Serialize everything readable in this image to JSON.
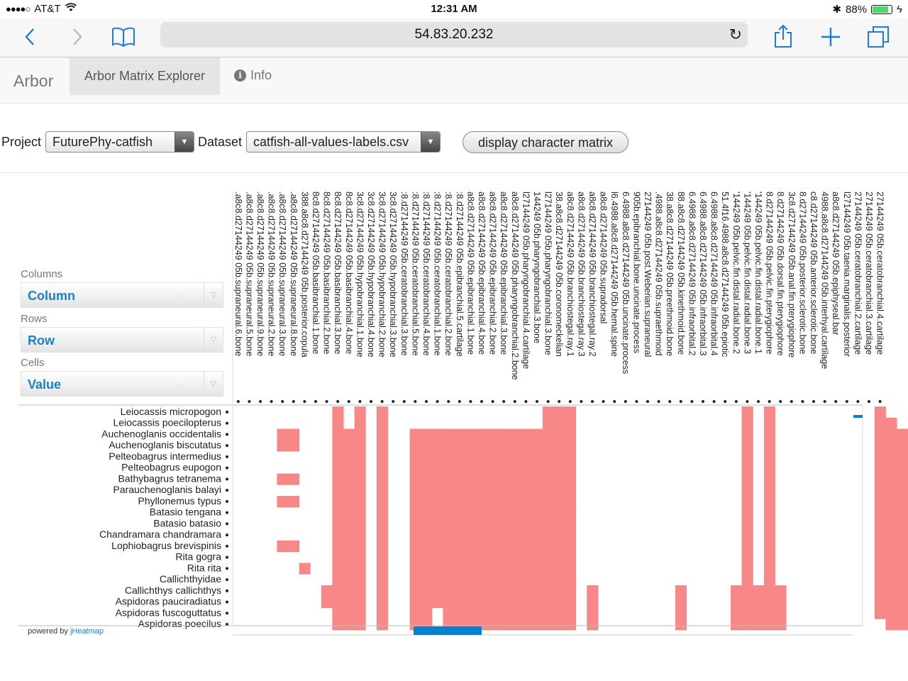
{
  "status_bar": {
    "carrier": "AT&T",
    "time": "12:31 AM",
    "battery": "88%",
    "battery_level": 0.88
  },
  "browser": {
    "url": "54.83.20.232"
  },
  "navbar": {
    "brand": "Arbor",
    "active_tab": "Arbor Matrix Explorer",
    "info_tab": "Info"
  },
  "controls": {
    "project_label": "Project",
    "project_value": "FuturePhy-catfish",
    "dataset_label": "Dataset",
    "dataset_value": "catfish-all-values-labels.csv",
    "display_button": "display character matrix"
  },
  "heatmap_controls": {
    "columns_label": "Columns",
    "columns_value": "Column",
    "rows_label": "Rows",
    "rows_value": "Row",
    "cells_label": "Cells",
    "cells_value": "Value"
  },
  "footer": {
    "powered_by": "powered by",
    "link": "jHeatmap"
  },
  "colors": {
    "cell_on": "#f88888",
    "accent": "#1c82c6",
    "scrollbar": "#0a7fd0"
  },
  "heatmap": {
    "columns": [
      ".a8c8.d27144249 05b.supraneural.6.bone",
      ".a8c8.d27144249 05b.supraneural.5.bone",
      ".a8c8.d27144249 05b.supraneural.9.bone",
      ".a8c8.d27144249 05b.supraneural.2.bone",
      ".a8c8.d27144249 05b.supraneural.3.bone",
      ".a8c8.d27144249 05b.supraneural.8.bone",
      "388.a8c8.d27144249 05b.posterior.copula",
      "8c8.d27144249 05b.basibranchial.1.bone",
      "8c8.d27144249 05b.basibranchial.2.bone",
      "8c8.d27144249 05b.basibranchial.3.bone",
      "8c8.d27144249 05b.basibranchial.4.bone",
      "3c8.d27144249 05b.hypobranchial.1.bone",
      "3c8.d27144249 05b.hypobranchial.4.bone",
      "3c8.d27144249 05b.hypobranchial.2.bone",
      "3c8.d27144249 05b.hypobranchial.3.bone",
      ":8.d27144249 05b.ceratobranchial.3.bone",
      ":8.d27144249 05b.ceratobranchial.5.bone",
      ":8.d27144249 05b.ceratobranchial.4.bone",
      ":8.d27144249 05b.ceratobranchial.1.bone",
      ":8.d27144249 05b.ceratobranchial.2.bone",
      ":8.d27144249 05b.epibranchial.5.cartilage",
      "a8c8.d27144249 05b.epibranchial.1.bone",
      "a8c8.d27144249 05b.epibranchial.4.bone",
      "a8c8.d27144249 05b.epibranchial.2.bone",
      "a8c8.d27144249 05b.epibranchial.3.bone",
      "a8c8.d27144249 05b.pharyngobranchial.2.bone",
      "l27144249 05b.pharyngobranchial.4.cartilage",
      "144249 05b.pharyngobranchial.3.bone",
      "l27144249 05b.pharyngobranchial.3.bone",
      "38.a8c8.d27144249 05b.coronomeckelian",
      "a8c8.d27144249 05b.branchiostegal.ray.1",
      "a8c8.d27144249 05b.branchiostegal.ray.3",
      "a8c8.d27144249 05b.branchiostegal.ray.2",
      "a8c8.d27144249 05b.supradorsal",
      "l6.4988.a8c8.d27144249 05b.hemal.spine",
      "6.4988.a8c8.d27144249 05b.uncinate.process",
      "905b.epibranchial.bone.uncinate.process",
      "27144249 05b.post.Weberian.supraneural",
      ".4988.a8c8.d27144249 05b.supraethmoid",
      "38.a8c8.d27144249 05b.preethmoid.bone",
      "88.a8c8.d27144249 05b.kinethmoid.bone",
      "6.4988.a8c8.d27144249 05b.infraorbital.2",
      "6.4988.a8c8.d27144249 05b.infraorbital.3",
      "6.4988.a8c8.d27144249 05b.infraorbital.4",
      "51.4f16.4988.a8c8.d27144249 05b.epiotic",
      "'144249 05b.pelvic.fin.distal.radial.bone.2",
      "'144249 05b.pelvic.fin.distal.radial.bone.3",
      "'144249 05b.pelvic.fin.distal.radial.bone.1",
      "8.d27144249 05b.pelvic.fin.pterygiophore",
      "8.d27144249 05b.dorsal.fin.pterygiophore",
      "3c8.d27144249 05b.anal.fin.pterygiophore",
      "8.d27144249 05b.posterior.sclerotic.bone",
      "c8.d27144249 05b.anterior.sclerotic.bone",
      "4988.a8c8.d27144249 05b.interhyal.cartilage",
      "a8c8.d27144249 05b.epiphyseal.bar",
      "l27144249 05b.taenia.marginalis.posterior",
      "27144249 05b.ceratobranchial.2.cartilage",
      "27144249 05b.ceratobranchial.3.cartilage",
      "27144249 05b.ceratobranchial.4.cartilage"
    ],
    "rows": [
      "Leiocassis micropogon",
      "Leiocassis poecilopterus",
      "Auchenoglanis occidentalis",
      "Auchenoglanis biscutatus",
      "Pelteobagrus intermedius",
      "Pelteobagrus eupogon",
      "Bathybagrus tetranema",
      "Parauchenoglanis balayi",
      "Phyllonemus typus",
      "Batasio tengana",
      "Batasio batasio",
      "Chandramara chandramara",
      "Lophiobagrus brevispinis",
      "Rita gogra",
      "Rita rita",
      "Callichthyidae",
      "Callichthys callichthys",
      "Aspidoras pauciradiatus",
      "Aspidoras fuscoguttatus",
      "Aspidoras poecilus"
    ],
    "cells": [
      "0000000001010100000000000000111000000000000000101000000000100",
      "0000000001010100000000000000111000000000000000101000000000110",
      "0000110001110100111111111111111000000000000000101000000000111",
      "0000110001110100111111111111111000000000000000101000000000111",
      "0000000001110100111111111111111000000000000000101000000000111",
      "0000000001110100111111111111111000000000000000101000000000111",
      "0000110001110100111111111111111000000000000000101000000000111",
      "0000000001110100111111111111111000000000000000101000000000111",
      "0000110001110100111111111111111000000000000000101000000000111",
      "0000000001110100111111111111111000000000000000101000000000111",
      "0000000001110100111111111111111000000000000000101000000000111",
      "0000000001110100111111111111111000000000000000101000000000111",
      "0000110001110100111111111111111000000000000000101000000000111",
      "0000000001110100111111111111111000000000000000101000000000111",
      "0000001001110100111111111111111000000000000000101000000000111",
      "0000000001110100111111111111111000000000000000101000000000111",
      "0000000011110100111111111111111010000000100001111100000000111",
      "0000000011110100111111111111111010000000100001111100000000111",
      "0000000001110100110111111111111010000000100001111100000000111",
      "0000000001110100110111111111111010000000100001111100000000011"
    ]
  }
}
